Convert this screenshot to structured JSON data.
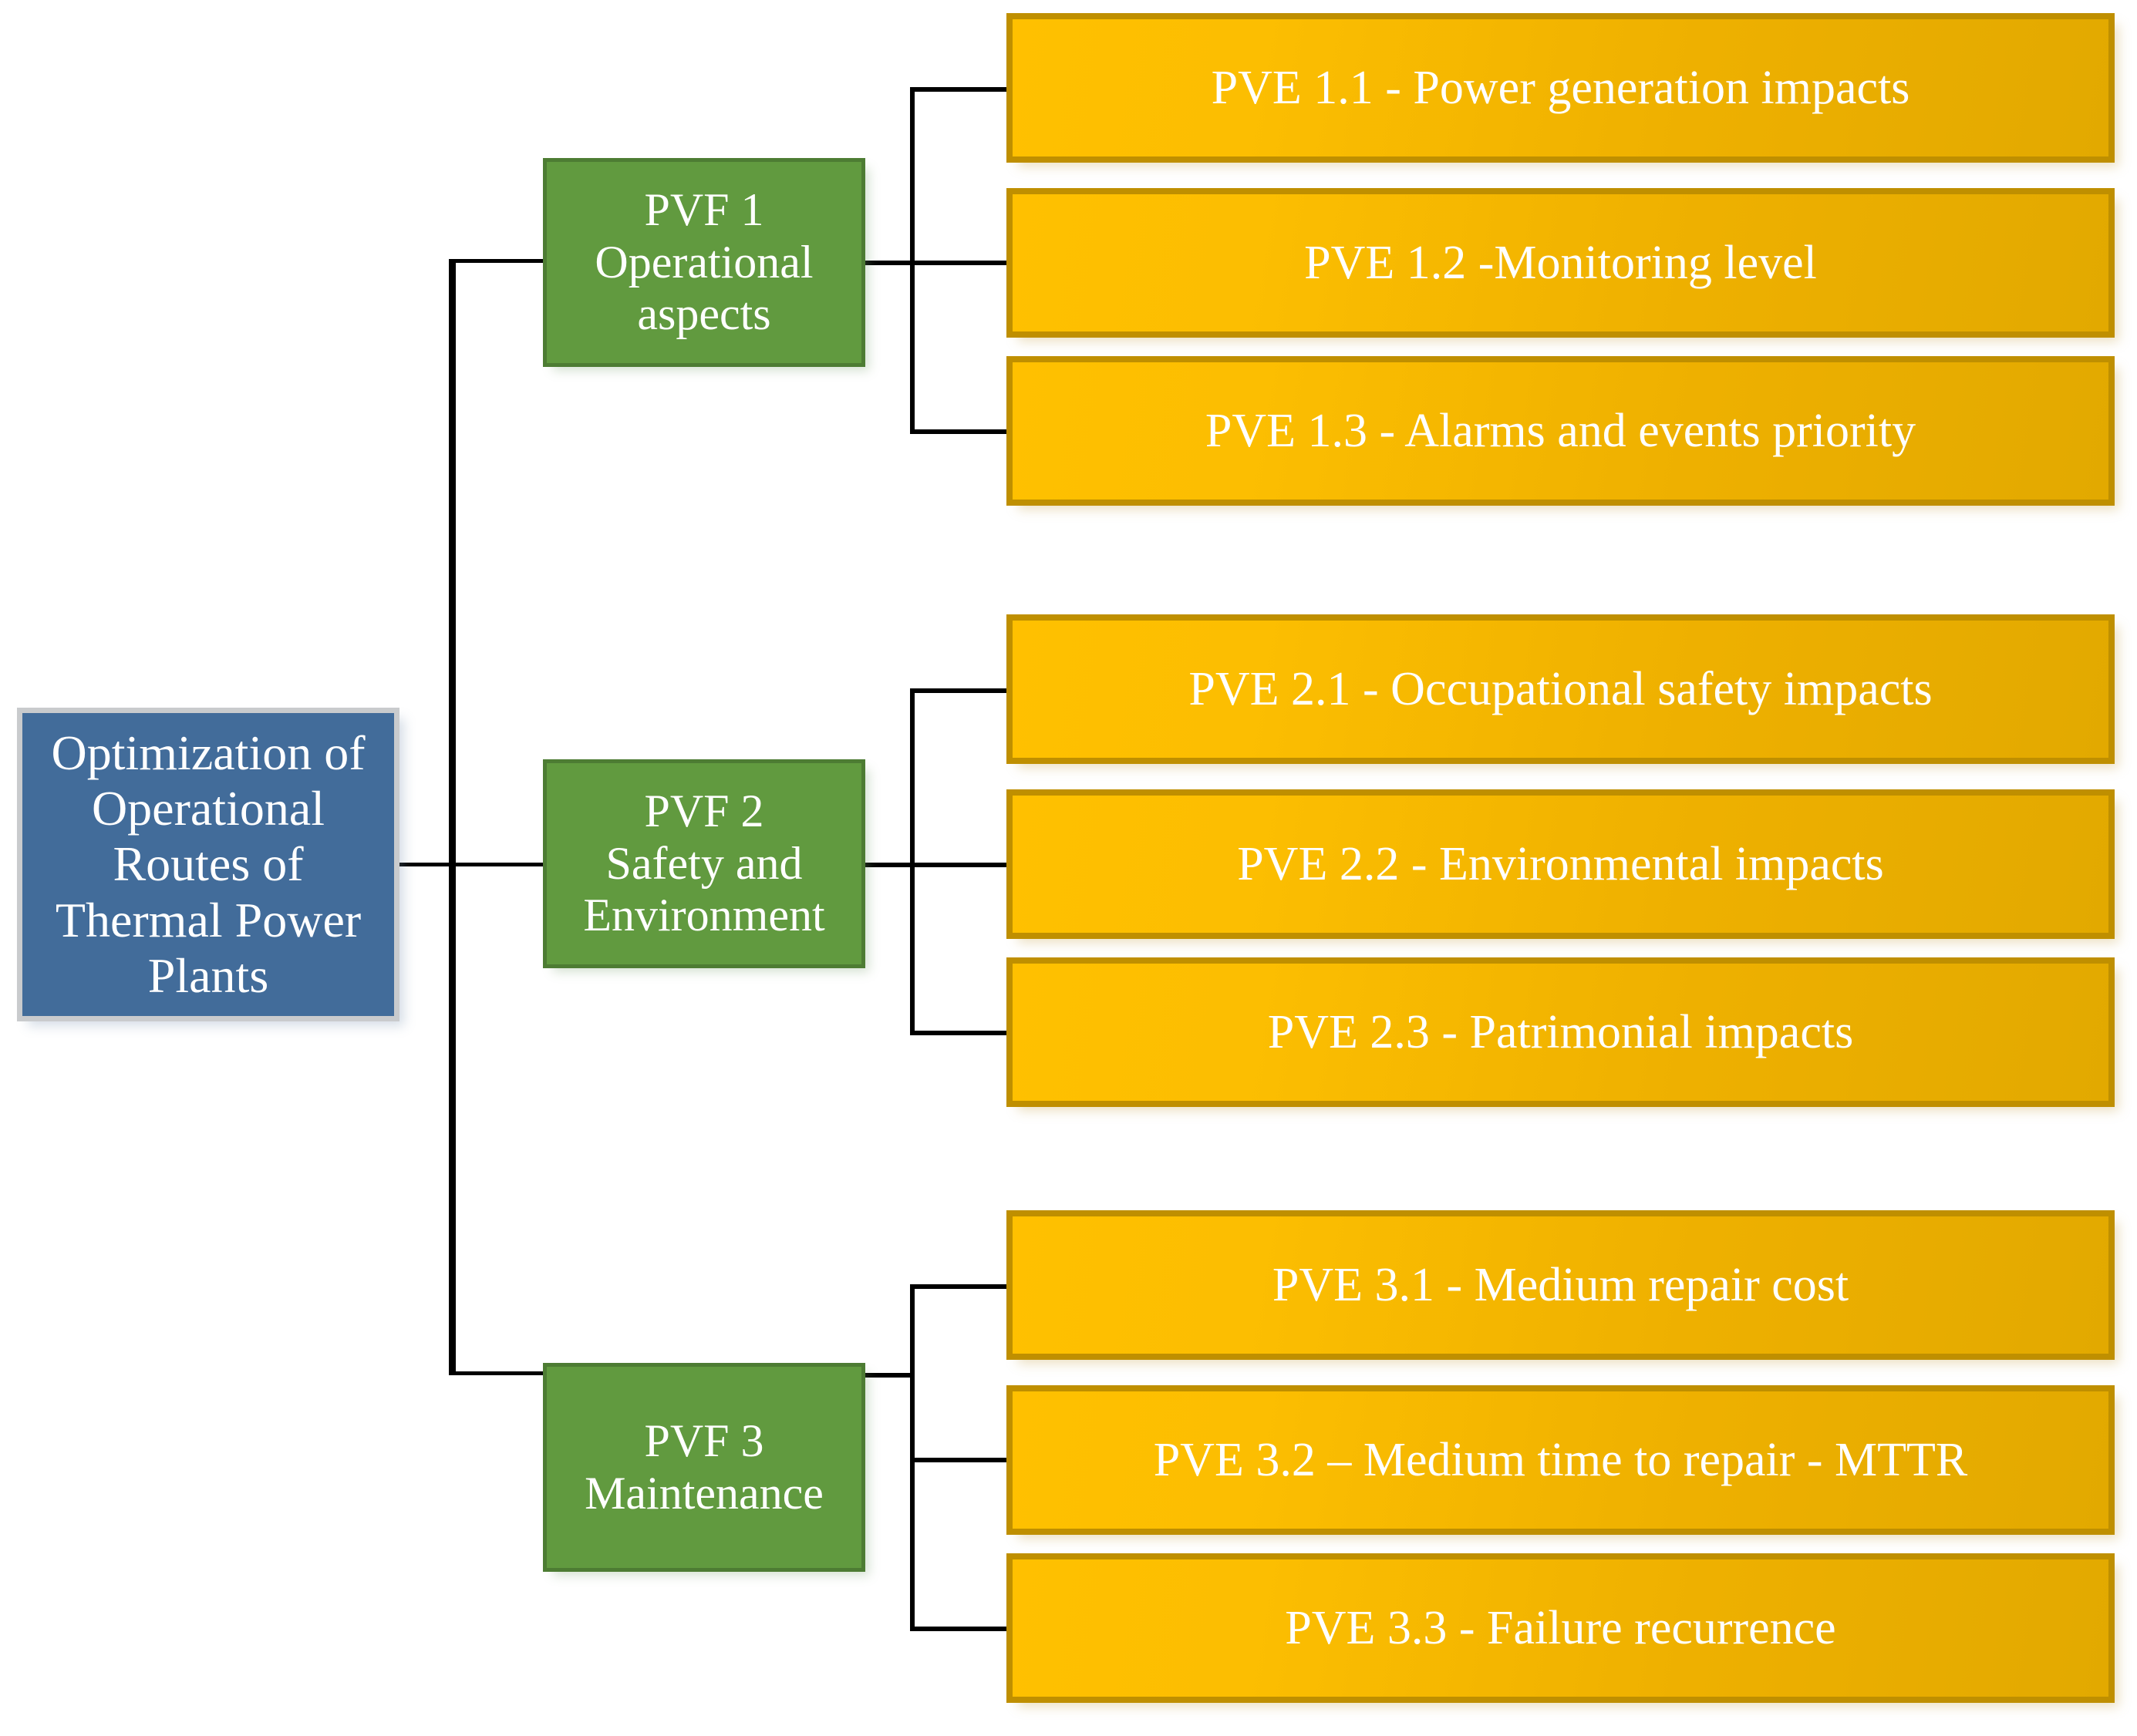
{
  "diagram": {
    "type": "hierarchy-tree",
    "title": "Optimization of Operational Routes of Thermal Power Plants",
    "orientation": "left-to-right",
    "levels": 3,
    "colors": {
      "root_fill": "#426c9a",
      "root_border": "#c9cbcd",
      "family_fill": "#619a3f",
      "family_border": "#4d7c33",
      "element_fill": "#ffc000",
      "element_fill_end": "#e2a900",
      "element_border": "#bf8f00",
      "connector": "#000000",
      "text": "#ffffff",
      "background": "#ffffff"
    }
  },
  "root": {
    "label": "Optimization of\nOperational\nRoutes of\nThermal Power\nPlants"
  },
  "families": [
    {
      "id": "pvf1",
      "label": "PVF 1\nOperational\naspects",
      "elements": [
        {
          "id": "pve1_1",
          "label": "PVE 1.1 - Power generation impacts"
        },
        {
          "id": "pve1_2",
          "label": "PVE 1.2 -Monitoring level"
        },
        {
          "id": "pve1_3",
          "label": "PVE 1.3 - Alarms and events priority"
        }
      ]
    },
    {
      "id": "pvf2",
      "label": "PVF 2\nSafety and\nEnvironment",
      "elements": [
        {
          "id": "pve2_1",
          "label": "PVE 2.1 - Occupational safety impacts"
        },
        {
          "id": "pve2_2",
          "label": "PVE 2.2 - Environmental impacts"
        },
        {
          "id": "pve2_3",
          "label": "PVE 2.3 - Patrimonial impacts"
        }
      ]
    },
    {
      "id": "pvf3",
      "label": "PVF 3\nMaintenance",
      "elements": [
        {
          "id": "pve3_1",
          "label": "PVE 3.1 - Medium repair cost"
        },
        {
          "id": "pve3_2",
          "label": "PVE 3.2 – Medium time to repair - MTTR"
        },
        {
          "id": "pve3_3",
          "label": "PVE 3.3 - Failure recurrence"
        }
      ]
    }
  ]
}
